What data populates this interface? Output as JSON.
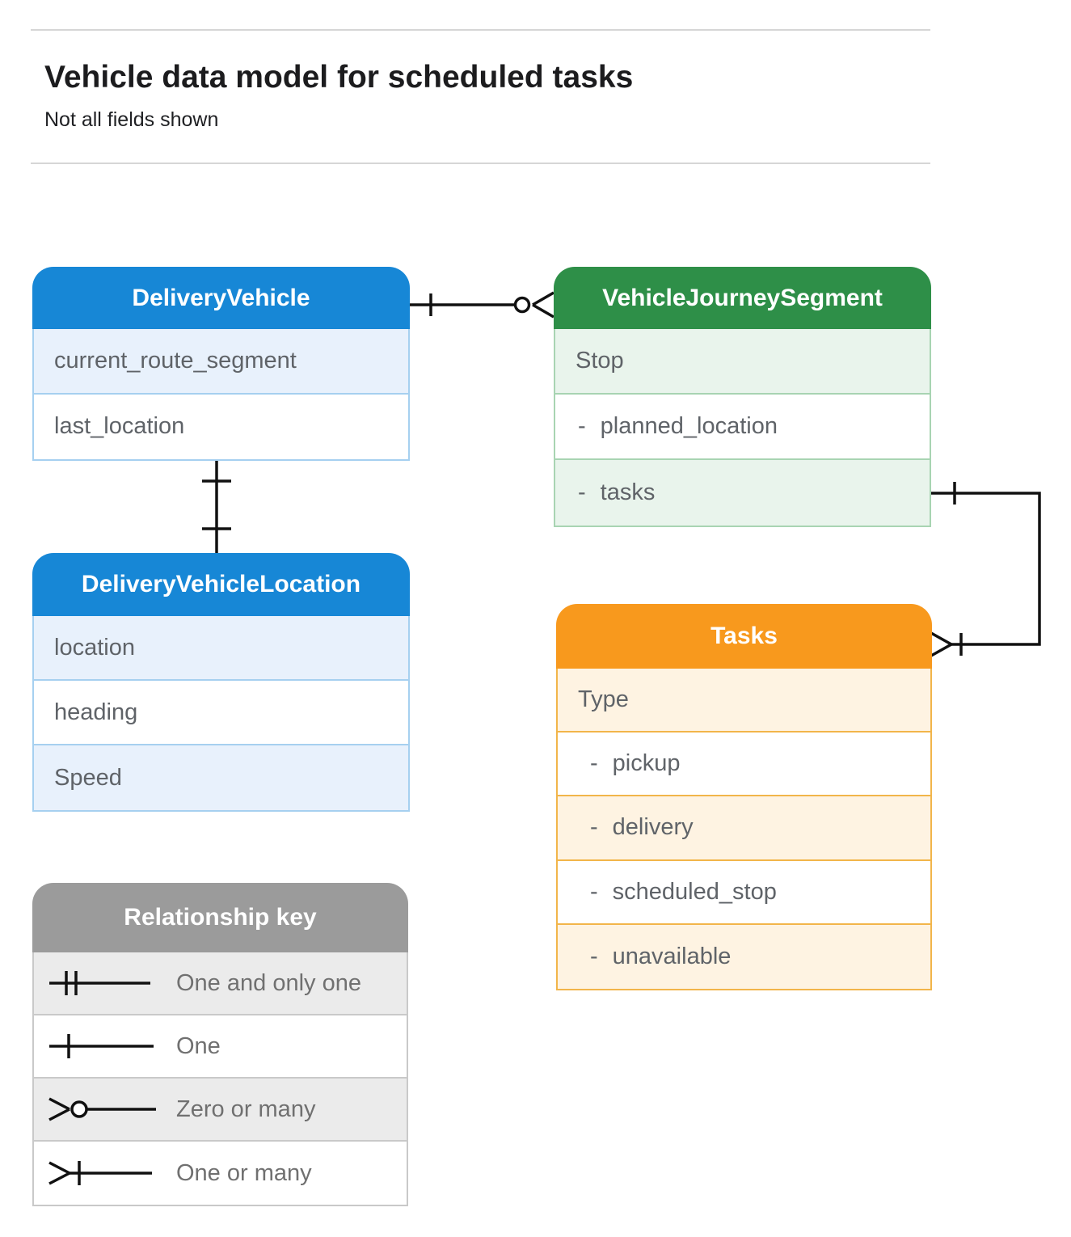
{
  "header": {
    "title": "Vehicle data model for scheduled tasks",
    "subtitle": "Not all fields shown"
  },
  "entities": {
    "delivery_vehicle": {
      "title": "DeliveryVehicle",
      "rows": [
        {
          "label": "current_route_segment"
        },
        {
          "label": "last_location"
        }
      ]
    },
    "vehicle_journey_segment": {
      "title": "VehicleJourneySegment",
      "rows": [
        {
          "label": "Stop"
        },
        {
          "prefix": "-",
          "label": "planned_location"
        },
        {
          "prefix": "-",
          "label": "tasks"
        }
      ]
    },
    "delivery_vehicle_location": {
      "title": "DeliveryVehicleLocation",
      "rows": [
        {
          "label": "location"
        },
        {
          "label": "heading"
        },
        {
          "label": "Speed"
        }
      ]
    },
    "tasks": {
      "title": "Tasks",
      "rows": [
        {
          "label": "Type"
        },
        {
          "prefix": "-",
          "label": "pickup"
        },
        {
          "prefix": "-",
          "label": "delivery"
        },
        {
          "prefix": "-",
          "label": "scheduled_stop"
        },
        {
          "prefix": "-",
          "label": "unavailable"
        }
      ]
    }
  },
  "legend": {
    "title": "Relationship key",
    "items": [
      {
        "symbol": "one-and-only-one",
        "label": "One and only one"
      },
      {
        "symbol": "one",
        "label": "One"
      },
      {
        "symbol": "zero-or-many",
        "label": "Zero or many"
      },
      {
        "symbol": "one-or-many",
        "label": "One or many"
      }
    ]
  },
  "relationships": [
    {
      "from": "DeliveryVehicle",
      "to": "VehicleJourneySegment",
      "from_cardinality": "One",
      "to_cardinality": "Zero or many"
    },
    {
      "from": "DeliveryVehicle",
      "to": "DeliveryVehicleLocation",
      "from_cardinality": "One",
      "to_cardinality": "One"
    },
    {
      "from": "VehicleJourneySegment.tasks",
      "to": "Tasks",
      "from_cardinality": "One",
      "to_cardinality": "One or many"
    }
  ],
  "colors": {
    "blue_header": "#1787d6",
    "blue_tint": "#e8f1fc",
    "blue_border": "#a6d0f0",
    "green_header": "#2e8f48",
    "green_tint": "#e9f4ec",
    "green_border": "#a8d4b2",
    "orange_header": "#f8991d",
    "orange_tint": "#fef3e2",
    "orange_border": "#f2b54a",
    "gray_header": "#9b9b9b",
    "gray_tint": "#ebebeb",
    "gray_border": "#c9c9c9",
    "row_text": "#5f6368",
    "connector": "#111111",
    "divider": "#d6d6d6"
  }
}
